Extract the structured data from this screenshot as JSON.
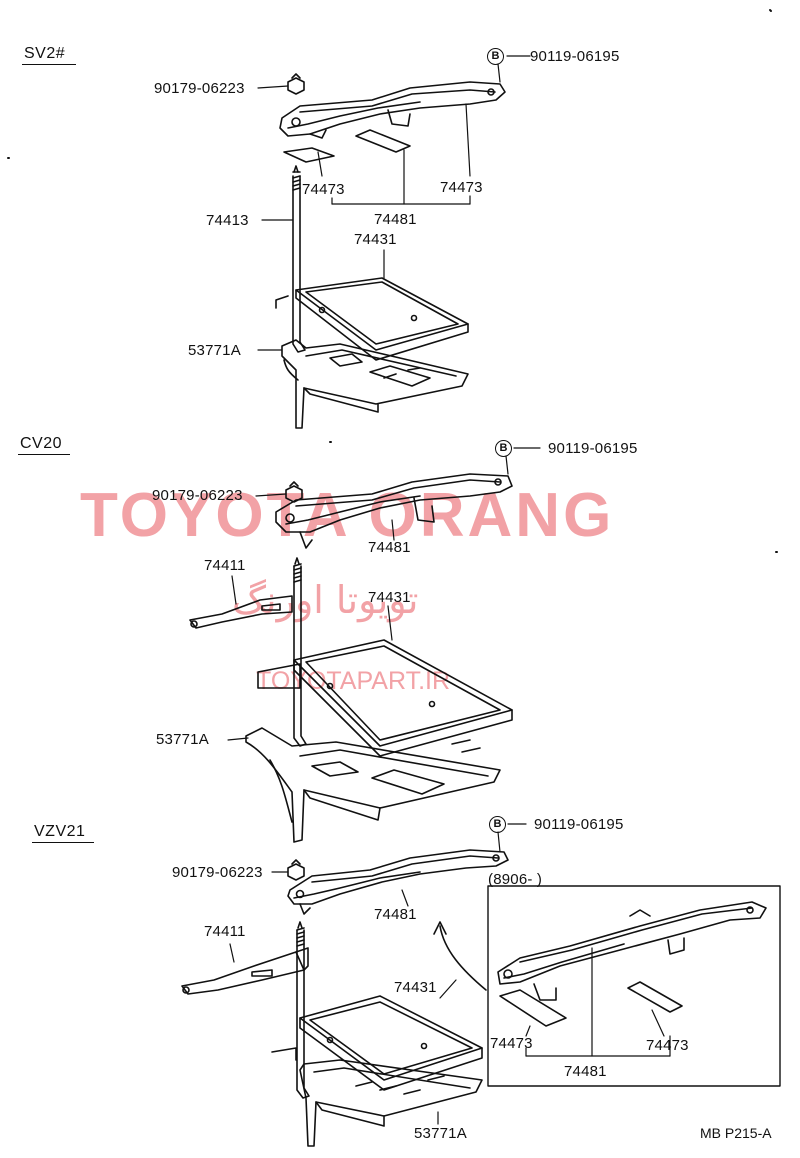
{
  "watermark": {
    "brand": "TOYOTA ORANG",
    "persian": "تویوتا اورنگ",
    "site": "TOYOTAPART.IR"
  },
  "sections": [
    {
      "title": "SV2#",
      "labels": {
        "bolt": "90119-06195",
        "nut": "90179-06223",
        "cushion_left": "74473",
        "cushion_right": "74473",
        "clamp": "74481",
        "rod": "74413",
        "tray": "74431",
        "carrier": "53771A"
      }
    },
    {
      "title": "CV20",
      "labels": {
        "bolt": "90119-06195",
        "nut": "90179-06223",
        "clamp": "74481",
        "bracket": "74411",
        "tray": "74431",
        "carrier": "53771A"
      }
    },
    {
      "title": "VZV21",
      "labels": {
        "bolt": "90119-06195",
        "nut": "90179-06223",
        "clamp": "74481",
        "bracket": "74411",
        "tray": "74431",
        "carrier": "53771A"
      },
      "inset": {
        "date_range": "(8906-        )",
        "cushion_left": "74473",
        "cushion_right": "74473",
        "clamp": "74481"
      }
    }
  ],
  "bolt_mark": "B",
  "diagram_code": "MB P215-A",
  "colors": {
    "line": "#111111",
    "watermark": "#f2a2a6"
  }
}
